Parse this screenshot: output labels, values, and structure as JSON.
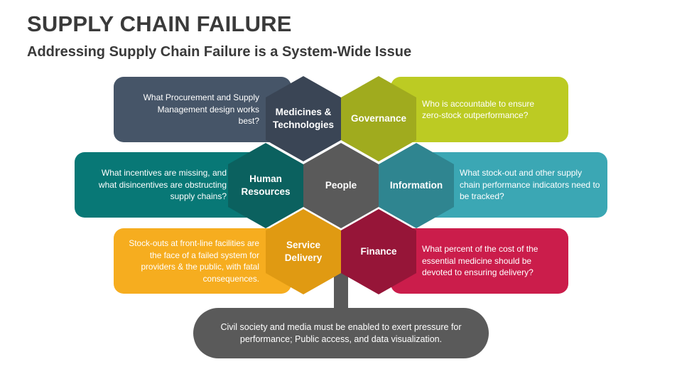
{
  "title": "SUPPLY CHAIN FAILURE",
  "subtitle": "Addressing Supply Chain Failure is a System-Wide Issue",
  "center": {
    "label": "People",
    "color": "#5a5a5a"
  },
  "nodes": [
    {
      "id": "medicines",
      "label": "Medicines & Technologies",
      "description": "What Procurement and Supply Management design works best?",
      "hex_color": "#3a4555",
      "box_color": "#465568"
    },
    {
      "id": "governance",
      "label": "Governance",
      "description": "Who is accountable to ensure zero-stock outperformance?",
      "hex_color": "#a0ab1e",
      "box_color": "#bccb23"
    },
    {
      "id": "human-resources",
      "label": "Human Resources",
      "description": "What incentives are missing, and what disincentives are obstructing supply chains?",
      "hex_color": "#0b615f",
      "box_color": "#087876"
    },
    {
      "id": "information",
      "label": "Information",
      "description": "What stock-out and other supply chain performance indicators need to be tracked?",
      "hex_color": "#2f8590",
      "box_color": "#3ba7b4"
    },
    {
      "id": "service-delivery",
      "label": "Service Delivery",
      "description": "Stock-outs at front-line facilities are the face of a failed system for providers & the public, with fatal consequences.",
      "hex_color": "#e09a12",
      "box_color": "#f6ad1f"
    },
    {
      "id": "finance",
      "label": "Finance",
      "description": "What percent of the cost of the essential medicine should be devoted to ensuring delivery?",
      "hex_color": "#961538",
      "box_color": "#cb1d4b"
    }
  ],
  "footer": "Civil society and media must be enabled to exert pressure for performance; Public access, and data visualization."
}
